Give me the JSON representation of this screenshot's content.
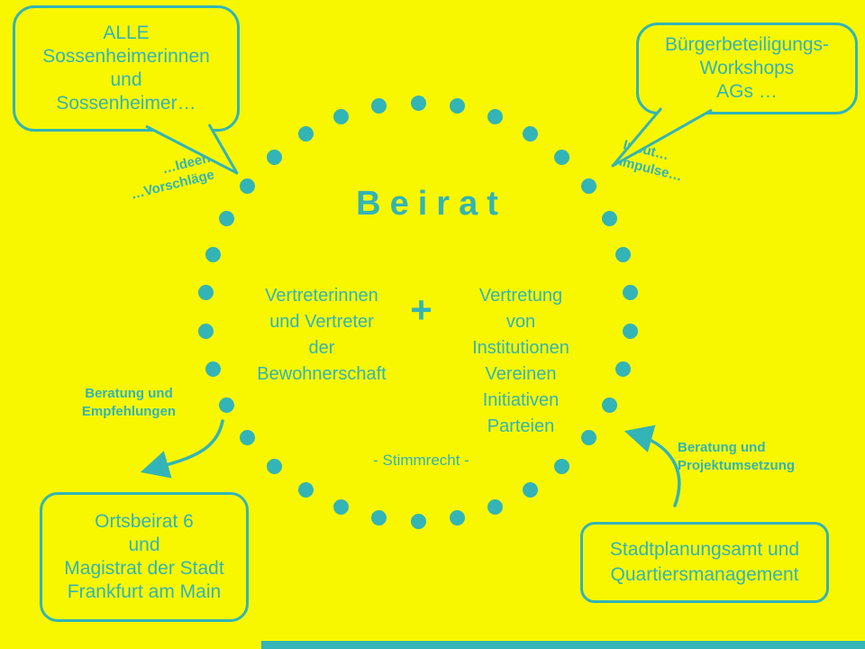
{
  "colors": {
    "background": "#F8F700",
    "teal": "#33B4B6"
  },
  "title": "Beirat",
  "circle": {
    "left_column": "Vertreterinnen\nund Vertreter\nder\nBewohnerschaft",
    "plus": "+",
    "right_column": "Vertretung\nvon\nInstitutionen\nVereinen\nInitiativen\nParteien",
    "voting_note": "- Stimmrecht -"
  },
  "bubbles": {
    "top_left": {
      "text": "ALLE\nSossenheimerinnen\nund\nSossenheimer…"
    },
    "top_right": {
      "text": "Bürgerbeteiligungs-\nWorkshops\nAGs …"
    }
  },
  "boxes": {
    "bottom_left": {
      "text": "Ortsbeirat 6\nund\nMagistrat der Stadt\nFrankfurt am Main"
    },
    "bottom_right": {
      "text": "Stadtplanungsamt und\nQuartiersmanagement"
    }
  },
  "labels": {
    "ideas": "…Ideen\n…Vorschläge",
    "input": "Input…\nImpulse…",
    "advice_left": "Beratung und\nEmpfehlungen",
    "advice_right": "Beratung und\nProjektumsetzung"
  }
}
